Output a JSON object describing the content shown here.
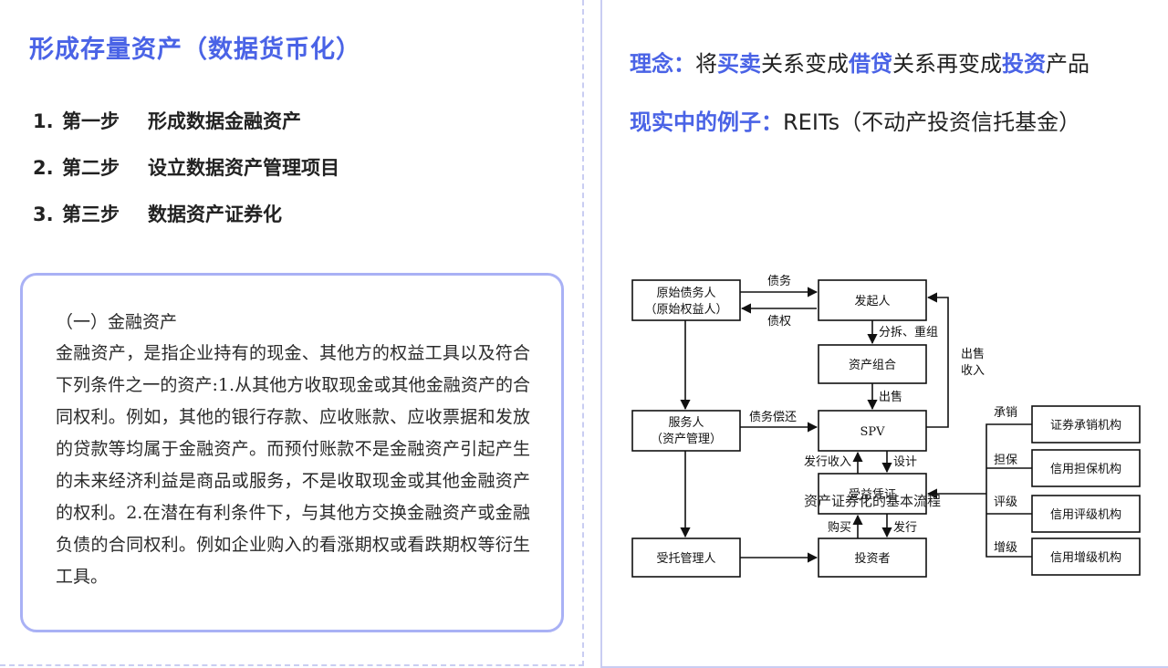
{
  "left": {
    "title": "形成存量资产（数据货币化）",
    "steps": [
      {
        "num": "1.",
        "step": "第一步",
        "text": "形成数据金融资产"
      },
      {
        "num": "2.",
        "step": "第二步",
        "text": "设立数据资产管理项目"
      },
      {
        "num": "3.",
        "step": "第三步",
        "text": "数据资产证券化"
      }
    ],
    "box": {
      "heading": "（一）金融资产",
      "body": "金融资产，是指企业持有的现金、其他方的权益工具以及符合下列条件之一的资产:1.从其他方收取现金或其他金融资产的合同权利。例如，其他的银行存款、应收账款、应收票据和发放的贷款等均属于金融资产。而预付账款不是金融资产引起产生的未来经济利益是商品或服务，不是收取现金或其他金融资产的权利。2.在潜在有利条件下，与其他方交换金融资产或金融负债的合同权利。例如企业购入的看涨期权或看跌期权等衍生工具。"
    }
  },
  "right": {
    "concept": {
      "label": "理念：",
      "p1": "将",
      "h1": "买卖",
      "p2": "关系变成",
      "h2": "借贷",
      "p3": "关系再变成",
      "h3": "投资",
      "p4": "产品"
    },
    "example": {
      "label": "现实中的例子：",
      "text": "REITs（不动产投资信托基金）"
    }
  },
  "diagram": {
    "nodes": {
      "original_debtor_1": "原始债务人",
      "original_debtor_2": "（原始权益人）",
      "originator": "发起人",
      "asset_pool": "资产组合",
      "servicer_1": "服务人",
      "servicer_2": "（资产管理）",
      "spv": "SPV",
      "securities": "受益凭证",
      "trustee": "受托管理人",
      "investor": "投资者",
      "underwriter": "证券承销机构",
      "guarantor": "信用担保机构",
      "rating": "信用评级机构",
      "enhancement": "信用增级机构"
    },
    "edges": {
      "debt": "债务",
      "claim": "债权",
      "split": "分拆、重组",
      "sell": "出售",
      "sell_income_1": "出售",
      "sell_income_2": "收入",
      "repay": "债务偿还",
      "issue_income": "发行收入",
      "design": "设计",
      "buy": "购买",
      "issue": "发行",
      "underwrite": "承销",
      "guarantee": "担保",
      "rate": "评级",
      "enhance": "增级"
    },
    "caption": "资产证券化的基本流程"
  }
}
